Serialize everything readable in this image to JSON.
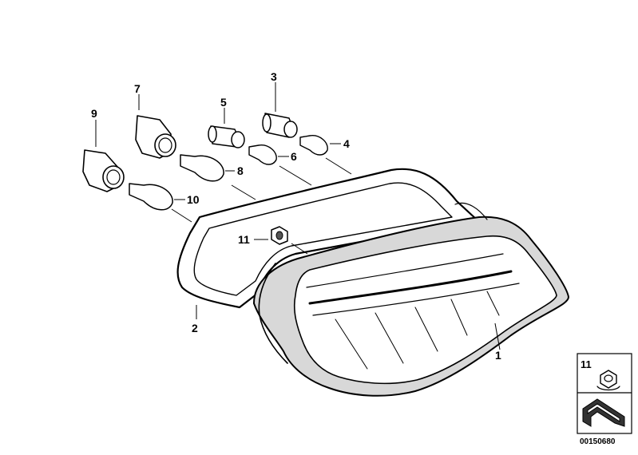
{
  "callouts": [
    {
      "id": "c1",
      "label": "1"
    },
    {
      "id": "c2",
      "label": "2"
    },
    {
      "id": "c3",
      "label": "3"
    },
    {
      "id": "c4",
      "label": "4"
    },
    {
      "id": "c5",
      "label": "5"
    },
    {
      "id": "c6",
      "label": "6"
    },
    {
      "id": "c7",
      "label": "7"
    },
    {
      "id": "c8",
      "label": "8"
    },
    {
      "id": "c9",
      "label": "9"
    },
    {
      "id": "c10",
      "label": "10"
    },
    {
      "id": "c11",
      "label": "11"
    }
  ],
  "legend": {
    "item_label": "11",
    "item_icon": "flange-nut-icon",
    "bottom_icon": "gasket-icon"
  },
  "diagram_id": "00150680"
}
